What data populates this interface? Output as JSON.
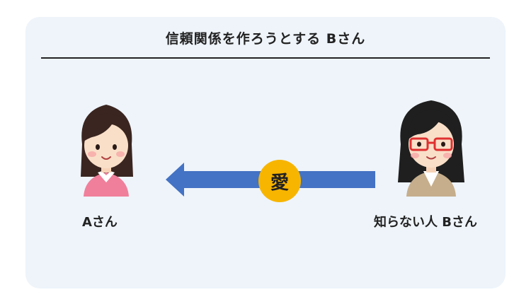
{
  "title": "信頼関係を作ろうとする Bさん",
  "persons": {
    "a": {
      "label": "Aさん"
    },
    "b": {
      "label": "知らない人 Bさん"
    }
  },
  "arrow": {
    "badge": "愛",
    "color": "#4472c4",
    "badge_color": "#f7b500"
  },
  "colors": {
    "card_bg": "#eef4fa",
    "a_shirt": "#f07f9b",
    "b_jacket": "#c6ae8c",
    "b_glasses": "#e03030"
  }
}
